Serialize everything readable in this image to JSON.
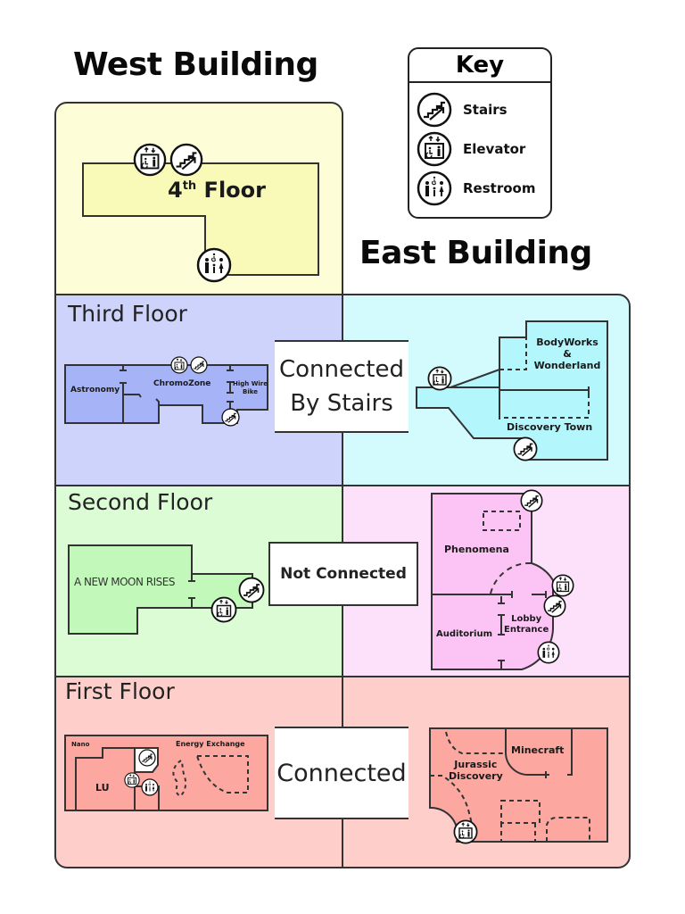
{
  "titles": {
    "west": "West Building",
    "east": "East Building"
  },
  "key": {
    "title": "Key",
    "items": [
      {
        "icon": "stairs-icon",
        "label": "Stairs"
      },
      {
        "icon": "elevator-icon",
        "label": "Elevator"
      },
      {
        "icon": "restroom-icon",
        "label": "Restroom"
      }
    ]
  },
  "colors": {
    "fourth_bg": "#fdfdd8",
    "fourth_room": "#fafab8",
    "third_west_bg": "#cdd3fb",
    "third_west_room": "#a6b3f7",
    "third_east_bg": "#d3fbfd",
    "third_east_room": "#b3f6fb",
    "second_west_bg": "#dcfcd6",
    "second_west_room": "#c3f8bb",
    "second_east_bg": "#fde0f9",
    "second_east_room": "#fbc4f4",
    "first_bg": "#fecfca",
    "first_room": "#fca7a0",
    "outline": "#333333"
  },
  "floors": {
    "fourth": {
      "label_main": "4",
      "label_sup": "th",
      "label_rest": "Floor"
    },
    "third": {
      "label": "Third Floor",
      "connection": [
        "Connected",
        "By Stairs"
      ],
      "west_rooms": [
        "Astronomy",
        "ChromoZone",
        "High Wire",
        "Bike"
      ],
      "east_rooms": [
        "BodyWorks",
        "&",
        "Wonderland",
        "Discovery Town"
      ]
    },
    "second": {
      "label": "Second Floor",
      "connection": "Not Connected",
      "west_rooms": [
        "A NEW MOON RISES"
      ],
      "east_rooms": [
        "Phenomena",
        "Auditorium",
        "Lobby",
        "Entrance"
      ]
    },
    "first": {
      "label": "First Floor",
      "connection": "Connected",
      "west_rooms": [
        "Nano",
        "LU",
        "Energy Exchange"
      ],
      "east_rooms": [
        "Minecraft",
        "Jurassic",
        "Discovery"
      ]
    }
  }
}
